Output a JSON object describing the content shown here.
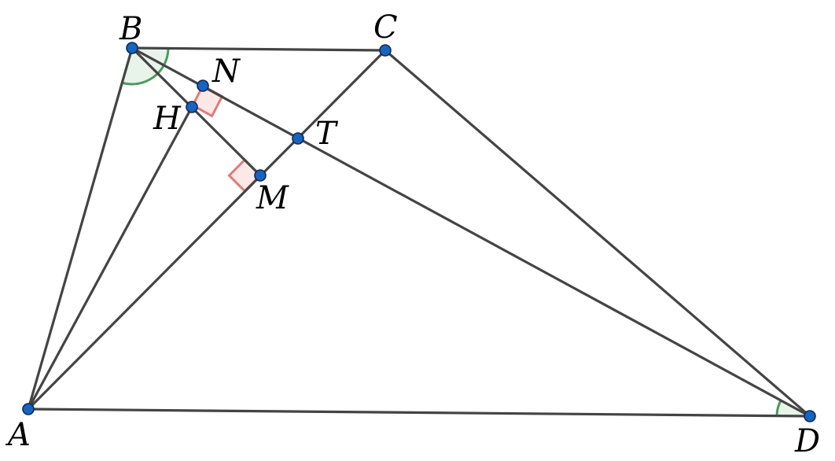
{
  "colors": {
    "segment": "#444444",
    "point_fill": "#1565c0",
    "point_stroke": "#0d2a55",
    "angle_fill": "#e8f3ea",
    "angle_stroke": "#4a9a5c",
    "right_angle_fill": "#fde8e8",
    "right_angle_stroke": "#e07b7b",
    "label": "#000000"
  },
  "points": {
    "A": {
      "label": "A"
    },
    "B": {
      "label": "B"
    },
    "C": {
      "label": "C"
    },
    "D": {
      "label": "D"
    },
    "N": {
      "label": "N"
    },
    "H": {
      "label": "H"
    },
    "T": {
      "label": "T"
    },
    "M": {
      "label": "M"
    }
  },
  "segments": [
    [
      "A",
      "B"
    ],
    [
      "B",
      "C"
    ],
    [
      "C",
      "D"
    ],
    [
      "A",
      "D"
    ],
    [
      "A",
      "C"
    ],
    [
      "B",
      "D"
    ],
    [
      "B",
      "M"
    ],
    [
      "A",
      "H"
    ]
  ],
  "right_angles": [
    {
      "at": "N",
      "between": [
        "H",
        "T"
      ]
    },
    {
      "at": "M",
      "between": [
        "H",
        "A"
      ]
    }
  ],
  "equal_angles": [
    {
      "at": "B",
      "between": [
        "A",
        "C"
      ]
    },
    {
      "at": "D",
      "between": [
        "A",
        "B"
      ]
    }
  ]
}
